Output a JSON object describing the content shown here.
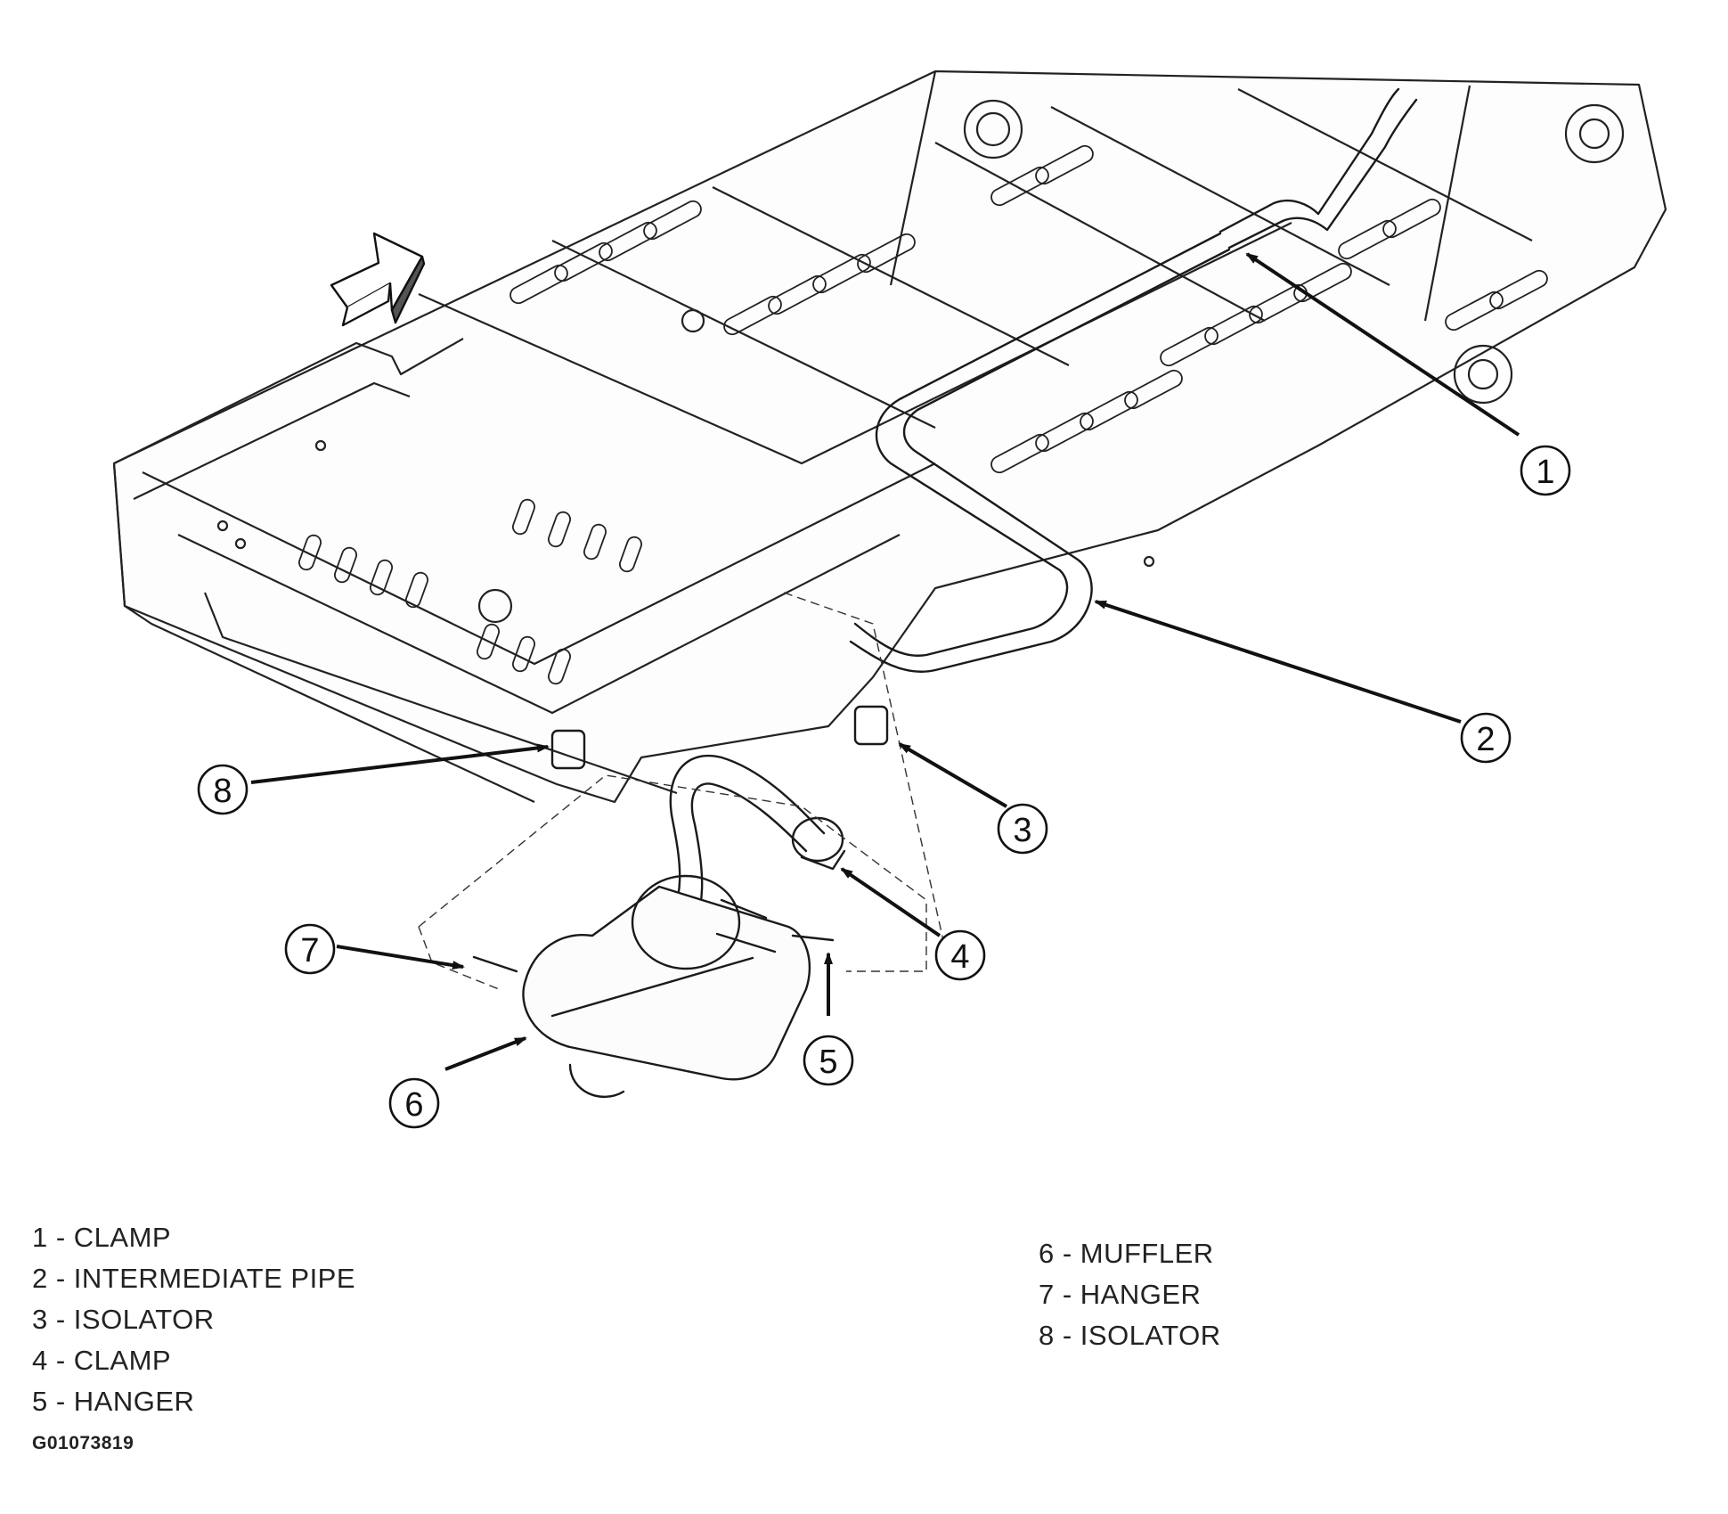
{
  "callouts": [
    {
      "number": "1",
      "label": "CLAMP"
    },
    {
      "number": "2",
      "label": "INTERMEDIATE PIPE"
    },
    {
      "number": "3",
      "label": "ISOLATOR"
    },
    {
      "number": "4",
      "label": "CLAMP"
    },
    {
      "number": "5",
      "label": "HANGER"
    },
    {
      "number": "6",
      "label": "MUFFLER"
    },
    {
      "number": "7",
      "label": "HANGER"
    },
    {
      "number": "8",
      "label": "ISOLATOR"
    }
  ],
  "legend": {
    "left": [
      "1 - CLAMP",
      "2 - INTERMEDIATE PIPE",
      "3 - ISOLATOR",
      "4 - CLAMP",
      "5 - HANGER"
    ],
    "right": [
      "6 - MUFFLER",
      "7 - HANGER",
      "8 - ISOLATOR"
    ]
  },
  "figure_id": "G01073819"
}
